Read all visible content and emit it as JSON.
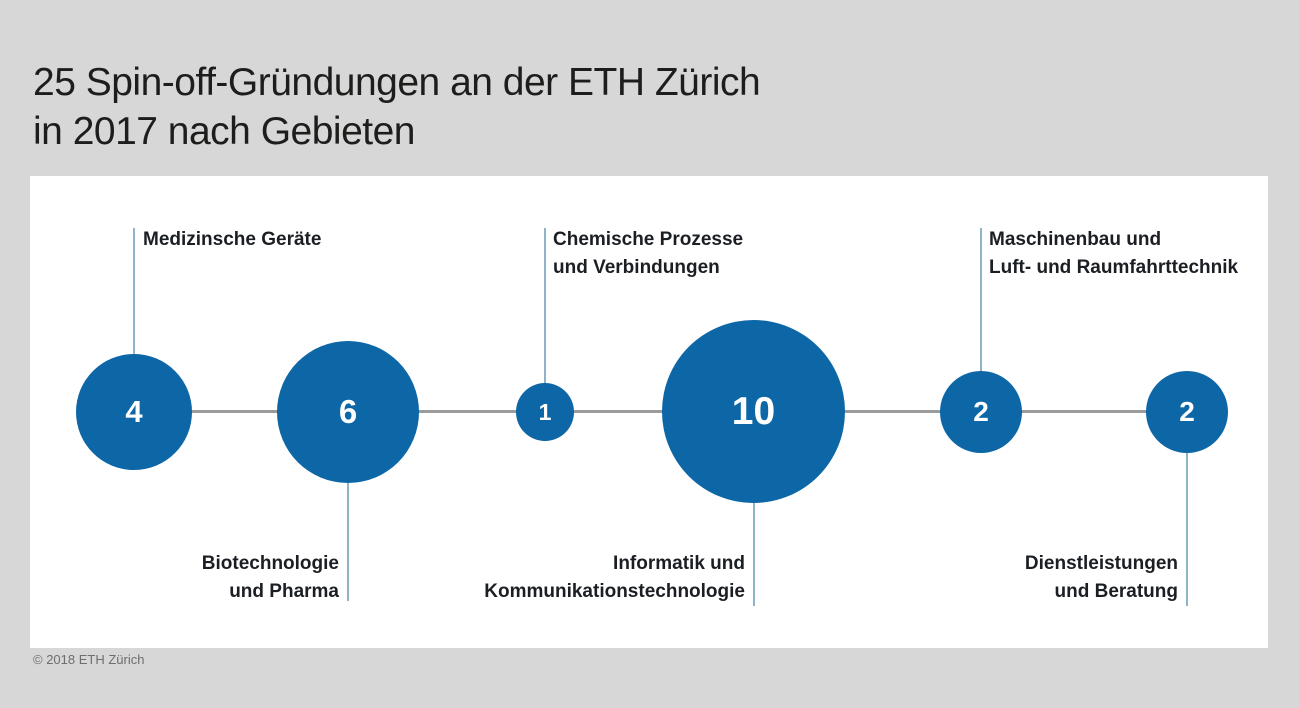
{
  "title": {
    "line1": "25 Spin-off-Gründungen an der ETH Zürich",
    "line2": "in 2017 nach Gebieten"
  },
  "footer": {
    "copyright": "© 2018 ETH Zürich"
  },
  "colors": {
    "background": "#d7d7d7",
    "panel": "#ffffff",
    "bubble": "#0d66a6",
    "bubble_text": "#ffffff",
    "chain_line": "#9b9b9b",
    "label_line": "#8fb3c9",
    "label_text": "#1b1f24",
    "title_text": "#1d1d1b",
    "footer_text": "#6e6e6e"
  },
  "chart_data": {
    "type": "bubble",
    "title": "25 Spin-off-Gründungen an der ETH Zürich in 2017 nach Gebieten",
    "total": 25,
    "categories": [
      "Medizinsche Geräte",
      "Biotechnologie und Pharma",
      "Chemische Prozesse und Verbindungen",
      "Informatik und Kommunikationstechnologie",
      "Maschinenbau und Luft- und Raumfahrttechnik",
      "Dienstleistungen und Beratung"
    ],
    "values": [
      4,
      6,
      1,
      10,
      2,
      2
    ],
    "layout": "horizontal bubble chain on a single connector line; circle area proportional to value; category labels alternate above/below, linked by thin vertical lines",
    "legend": "none",
    "grid": "off"
  },
  "bubbles": [
    {
      "value": "4",
      "line1": "Medizinsche Geräte",
      "line2": "",
      "position": "top"
    },
    {
      "value": "6",
      "line1": "Biotechnologie",
      "line2": "und Pharma",
      "position": "bottom"
    },
    {
      "value": "1",
      "line1": "Chemische Prozesse",
      "line2": "und Verbindungen",
      "position": "top"
    },
    {
      "value": "10",
      "line1": "Informatik und",
      "line2": "Kommunikationstechnologie",
      "position": "bottom"
    },
    {
      "value": "2",
      "line1": "Maschinenbau und",
      "line2": "Luft- und Raumfahrttechnik",
      "position": "top"
    },
    {
      "value": "2",
      "line1": "Dienstleistungen",
      "line2": "und Beratung",
      "position": "bottom"
    }
  ]
}
